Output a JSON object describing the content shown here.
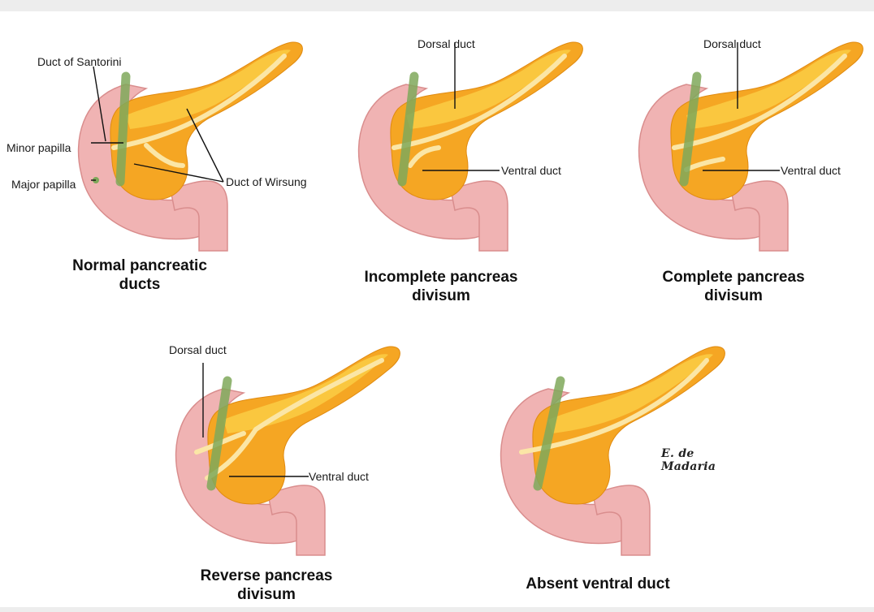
{
  "panels": [
    {
      "id": "normal",
      "caption_line1": "Normal pancreatic",
      "caption_line2": "ducts",
      "labels": {
        "santorini": "Duct of Santorini",
        "minor_papilla": "Minor papilla",
        "major_papilla": "Major papilla",
        "wirsung": "Duct of Wirsung"
      }
    },
    {
      "id": "incomplete",
      "caption_line1": "Incomplete pancreas",
      "caption_line2": "divisum",
      "labels": {
        "dorsal": "Dorsal duct",
        "ventral": "Ventral duct"
      }
    },
    {
      "id": "complete",
      "caption_line1": "Complete pancreas",
      "caption_line2": "divisum",
      "labels": {
        "dorsal": "Dorsal duct",
        "ventral": "Ventral duct"
      }
    },
    {
      "id": "reverse",
      "caption_line1": "Reverse pancreas",
      "caption_line2": "divisum",
      "labels": {
        "dorsal": "Dorsal duct",
        "ventral": "Ventral duct"
      }
    },
    {
      "id": "absent",
      "caption_line1": "Absent ventral duct",
      "caption_line2": "",
      "labels": {}
    }
  ],
  "signature": "E. de Madaria",
  "colors": {
    "duodenum": "#f0b3b3",
    "duodenum_shade": "#d98d8d",
    "pancreas": "#f5a623",
    "pancreas_light": "#fbd24a",
    "duct": "#fbe6a6",
    "bile_duct": "#7fa85a",
    "label_line": "#111111"
  }
}
